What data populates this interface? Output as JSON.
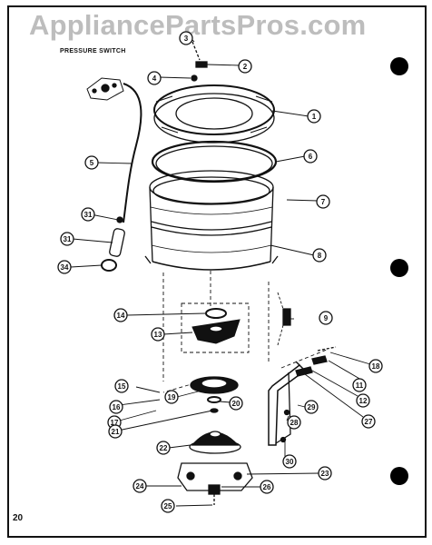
{
  "watermark": "AppliancePartsPros.com",
  "pressure_switch_label": "PRESSURE SWITCH",
  "page_number": "20",
  "callouts": [
    "1",
    "2",
    "3",
    "4",
    "5",
    "6",
    "7",
    "8",
    "9",
    "11",
    "12",
    "13",
    "14",
    "15",
    "16",
    "17",
    "18",
    "19",
    "20",
    "21",
    "22",
    "23",
    "24",
    "25",
    "26",
    "27",
    "28",
    "29",
    "30",
    "31",
    "31",
    "34"
  ]
}
